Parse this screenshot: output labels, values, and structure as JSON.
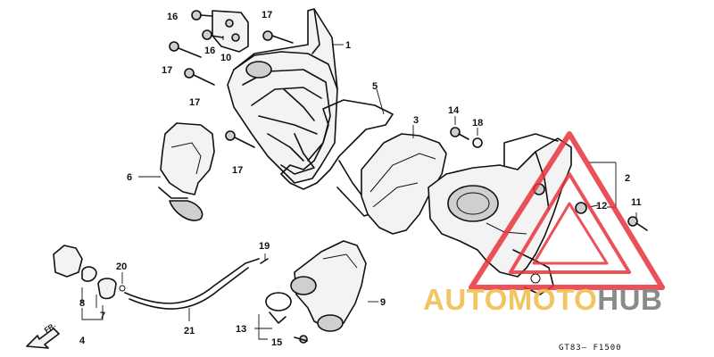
{
  "diagram": {
    "callouts": [
      {
        "id": "c1",
        "label": "1"
      },
      {
        "id": "c2",
        "label": "2"
      },
      {
        "id": "c3",
        "label": "3"
      },
      {
        "id": "c4",
        "label": "4"
      },
      {
        "id": "c5",
        "label": "5"
      },
      {
        "id": "c6",
        "label": "6"
      },
      {
        "id": "c7",
        "label": "7"
      },
      {
        "id": "c8",
        "label": "8"
      },
      {
        "id": "c9",
        "label": "9"
      },
      {
        "id": "c10",
        "label": "10"
      },
      {
        "id": "c11",
        "label": "11"
      },
      {
        "id": "c12",
        "label": "12"
      },
      {
        "id": "c13",
        "label": "13"
      },
      {
        "id": "c14",
        "label": "14"
      },
      {
        "id": "c15",
        "label": "15"
      },
      {
        "id": "c16a",
        "label": "16"
      },
      {
        "id": "c16b",
        "label": "16"
      },
      {
        "id": "c17a",
        "label": "17"
      },
      {
        "id": "c17b",
        "label": "17"
      },
      {
        "id": "c17c",
        "label": "17"
      },
      {
        "id": "c17d",
        "label": "17"
      },
      {
        "id": "c18",
        "label": "18"
      },
      {
        "id": "c19",
        "label": "19"
      },
      {
        "id": "c20",
        "label": "20"
      },
      {
        "id": "c21",
        "label": "21"
      }
    ],
    "direction_label": "FR.",
    "drawing_code": "GT83– F1500"
  },
  "watermark": {
    "brand_part1": "AUTO",
    "brand_part2": "MOTO",
    "brand_part3": "HUB",
    "triangle_color": "#e8323c",
    "text_accent_color": "#f2c15a",
    "text_gray_color": "#8a8a8a"
  }
}
